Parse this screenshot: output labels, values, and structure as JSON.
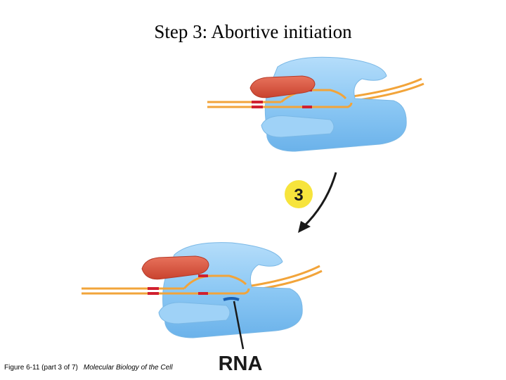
{
  "title": "Step 3: Abortive initiation",
  "step_number": "3",
  "rna_label": "RNA",
  "caption": {
    "figure": "Figure 6-11 (part 3 of 7)",
    "book": "Molecular Biology of the Cell"
  },
  "colors": {
    "polymerase": "#8cc8f4",
    "polymerase_dark": "#5fa8e0",
    "sigma_factor": "#d9533f",
    "dna_strand": "#f2a43a",
    "promoter": "#d0202f",
    "step_badge": "#f7e43c",
    "rna_strand": "#1a1a1a"
  }
}
